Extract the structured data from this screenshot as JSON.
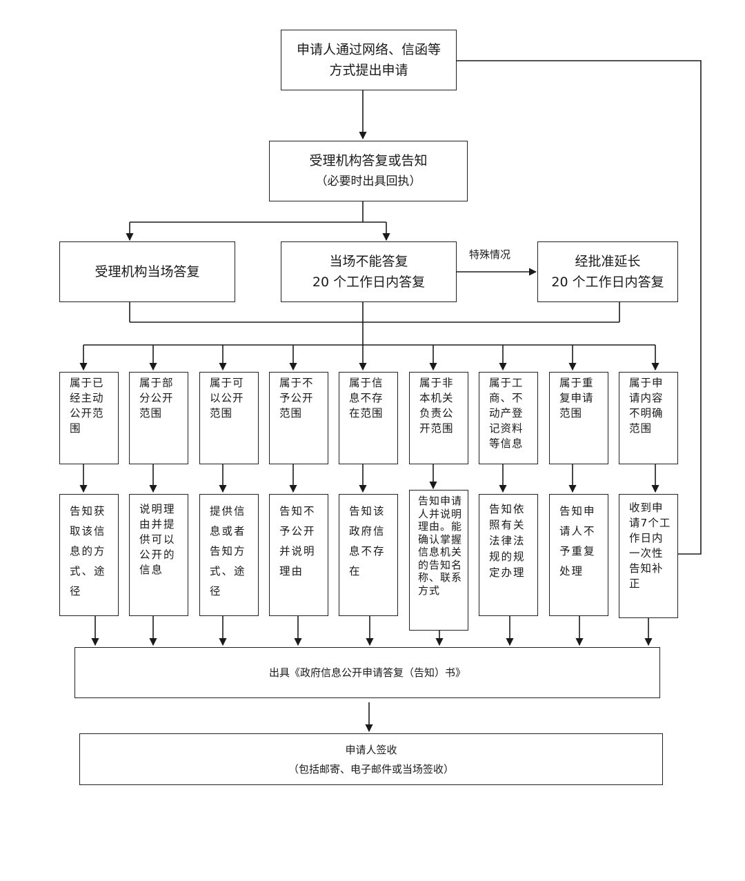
{
  "top": {
    "line1": "申请人通过网络、信函等",
    "line2": "方式提出申请"
  },
  "accept": {
    "line1": "受理机构答复或告知",
    "line2": "（必要时出具回执）"
  },
  "onsite": "受理机构当场答复",
  "delay": {
    "line1": "当场不能答复",
    "line2": "20 个工作日内答复"
  },
  "special_label": "特殊情况",
  "extend": {
    "line1": "经批准延长",
    "line2": "20 个工作日内答复"
  },
  "categories": [
    "属于已经主动公开范围",
    "属于部分公开范围",
    "属于可以公开范围",
    "属于不予公开范围",
    "属于信息不存在范围",
    "属于非本机关负责公开范围",
    "属于工商、不动产登记资料等信息",
    "属于重复申请范围",
    "属于申请内容不明确范围"
  ],
  "actions": [
    "告知获取该信息的方式、途径",
    "说明理由并提供可以公开的信息",
    "提供信息或者告知方式、途径",
    "告知不予公开并说明理由",
    "告知该政府信息不存在",
    "告知申请人并说明理由。能确认掌握信息机关的告知名称、联系方式",
    "告知依照有关法律法规的规定办理",
    "告知申请人不予重复处理",
    "收到申请7个工作日内一次性告知补正"
  ],
  "issue": "出具《政府信息公开申请答复（告知）书》",
  "sign": {
    "line1": "申请人签收",
    "line2": "（包括邮寄、电子邮件或当场签收）"
  }
}
